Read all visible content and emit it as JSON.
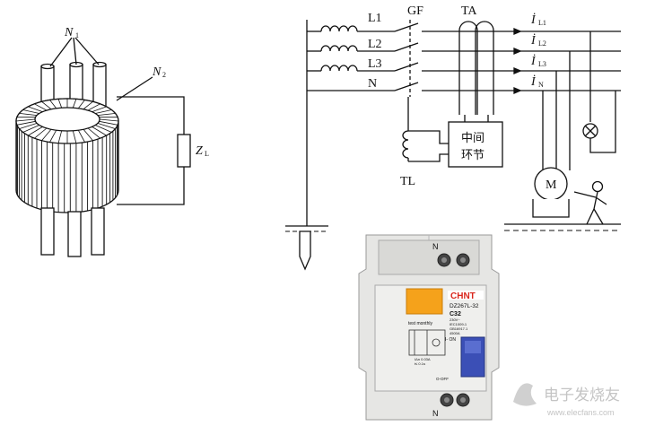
{
  "toroid": {
    "n1_label": "N",
    "n1_sub": "1",
    "n2_label": "N",
    "n2_sub": "2",
    "load_label": "Z",
    "load_sub": "L"
  },
  "circuit": {
    "phase_labels": [
      "L1",
      "L2",
      "L3",
      "N"
    ],
    "switch_label": "GF",
    "ct_label": "TA",
    "current_labels": [
      {
        "base": "İ",
        "sub": "L1"
      },
      {
        "base": "İ",
        "sub": "L2"
      },
      {
        "base": "İ",
        "sub": "L3"
      },
      {
        "base": "İ",
        "sub": "N"
      }
    ],
    "trip_coil_label": "TL",
    "intermediate_line1": "中间",
    "intermediate_line2": "环节",
    "motor_label": "M"
  },
  "breaker": {
    "brand": "CHNT",
    "model": "DZ267L-32",
    "rating": "C32",
    "spec_lines": [
      "230V~",
      "IEC1009-1",
      "GB16917.1",
      "4500A"
    ],
    "test_text": "test monthly",
    "on_text": "I- ON",
    "off_text": "O-OFF",
    "sensitivity_lines": [
      "IΔn 0.03A",
      "t≤ 0.1s"
    ],
    "terminal_top": "N",
    "terminal_bottom": "N"
  },
  "watermark": {
    "text": "电子发烧友",
    "url": "www.elecfans.com"
  },
  "colors": {
    "ink": "#111111",
    "breaker_body": "#e6e6e4",
    "breaker_orange": "#f5a21b",
    "breaker_blue": "#3b4fb6",
    "brand_red": "#d9261c",
    "watermark": "#c8c8c8"
  }
}
